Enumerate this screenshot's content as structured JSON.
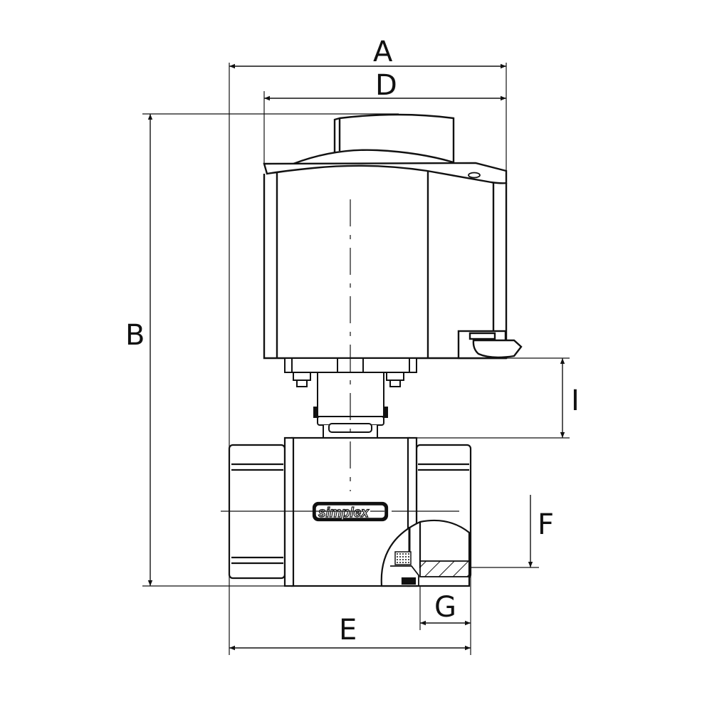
{
  "title": "Motorized ball valve dimension drawing",
  "brand_logo": "simplex",
  "colors": {
    "line": "#111111",
    "background": "#ffffff"
  },
  "dimensions": {
    "A": "A",
    "B": "B",
    "D": "D",
    "E": "E",
    "F": "F",
    "G": "G",
    "I": "I"
  }
}
